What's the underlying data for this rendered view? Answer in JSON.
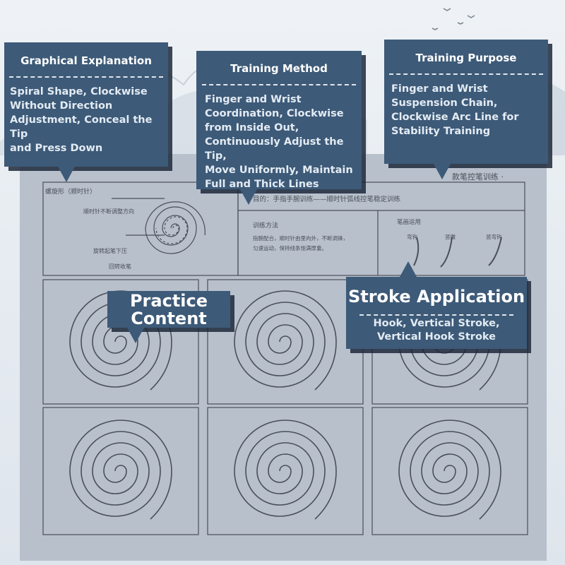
{
  "callouts": {
    "graphical_explanation": {
      "title": "Graphical Explanation",
      "lines": [
        "Spiral Shape, Clockwise",
        "Without Direction",
        "Adjustment, Conceal the Tip",
        "and Press Down"
      ]
    },
    "training_method": {
      "title": "Training Method",
      "lines": [
        "Finger and Wrist",
        "Coordination, Clockwise",
        "from Inside Out,",
        "Continuously Adjust the Tip,",
        "Move Uniformly, Maintain",
        "Full and Thick Lines"
      ]
    },
    "training_purpose": {
      "title": "Training Purpose",
      "lines": [
        "Finger and Wrist",
        "Suspension Chain,",
        "Clockwise Arc Line for",
        "Stability Training"
      ]
    },
    "practice_content": {
      "title_lines": [
        "Practice",
        "Content"
      ]
    },
    "stroke_application": {
      "title": "Stroke Application",
      "lines": [
        "Hook, Vertical Stroke,",
        "Vertical Hook Stroke"
      ]
    }
  },
  "sheet": {
    "header_right": "款笔控笔训练 ·",
    "spiral_label": "螺旋形（顺时针）",
    "purpose_line": "目的：手指手腕训练——顺时针弧线控笔稳定训练",
    "note_1": "顺时针不断调整方向",
    "note_2": "旋转起笔下压",
    "note_3": "回转收笔",
    "method_title": "训练方法",
    "method_line_1": "指腕配合，顺时针由里向外，不断调锋，",
    "method_line_2": "匀速运动，保持线条饱满厚重。",
    "stroke_use_title": "笔画运用",
    "stroke_1": "弯钩",
    "stroke_2": "竖撇",
    "stroke_3": "竖弯钩"
  },
  "colors": {
    "callout_fill": "#3d5a78",
    "callout_shadow": "#1c283a",
    "sheet_fill": "#b8c0cc",
    "spiral_stroke": "#4a5058"
  },
  "icons": [
    "bird-icon",
    "mountain-landscape-icon",
    "spiral-guide-icon",
    "arrow-icon"
  ]
}
